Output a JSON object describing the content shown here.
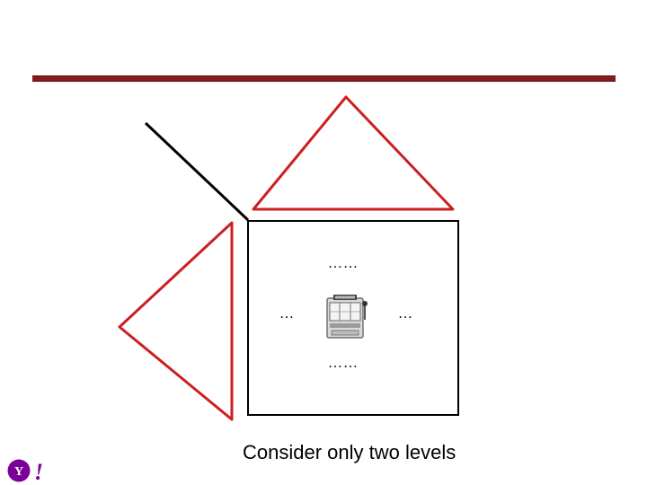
{
  "colors": {
    "rule": "#8b1a1a",
    "triangle": "#cc1f1f",
    "box": "#000000",
    "logo": "#7b0099"
  },
  "diagram": {
    "dots_top": "……",
    "dots_left": "…",
    "dots_right": "…",
    "dots_bottom": "……",
    "center_icon": "slot-machine-icon"
  },
  "caption": "Consider only two levels",
  "logo": {
    "icon": "yahoo-logo",
    "text": "Y!"
  }
}
